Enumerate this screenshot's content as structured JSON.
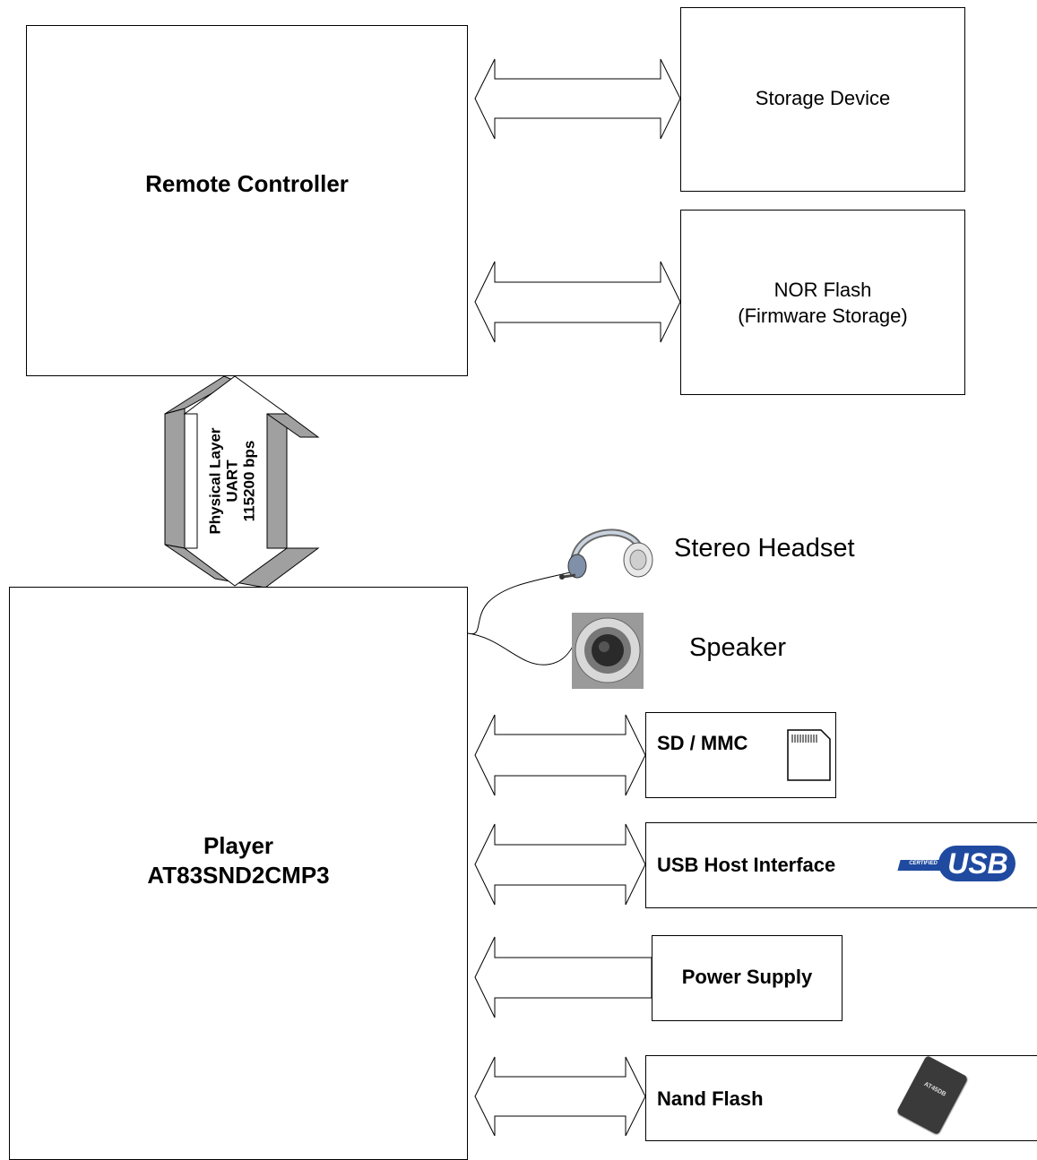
{
  "blocks": {
    "remote_controller": "Remote Controller",
    "storage_device": "Storage Device",
    "nor_flash": {
      "line1": "NOR Flash",
      "line2": "(Firmware Storage)"
    },
    "player": {
      "line1": "Player",
      "line2": "AT83SND2CMP3"
    },
    "sd_mmc": "SD / MMC",
    "usb_host": "USB Host Interface",
    "power_supply": "Power Supply",
    "nand_flash": "Nand Flash"
  },
  "link": {
    "line1": "Physical Layer",
    "line2": "UART",
    "line3": "115200 bps"
  },
  "peripherals": {
    "headset": "Stereo Headset",
    "speaker": "Speaker"
  },
  "logos": {
    "usb_badge_small": "CERTIFIED",
    "usb_badge_big": "USB",
    "chip_text": "AT45DB"
  },
  "colors": {
    "uart_arrow_side": "#a0a0a0",
    "uart_arrow_face": "#ffffff",
    "usb_blue": "#1f4aa0"
  }
}
